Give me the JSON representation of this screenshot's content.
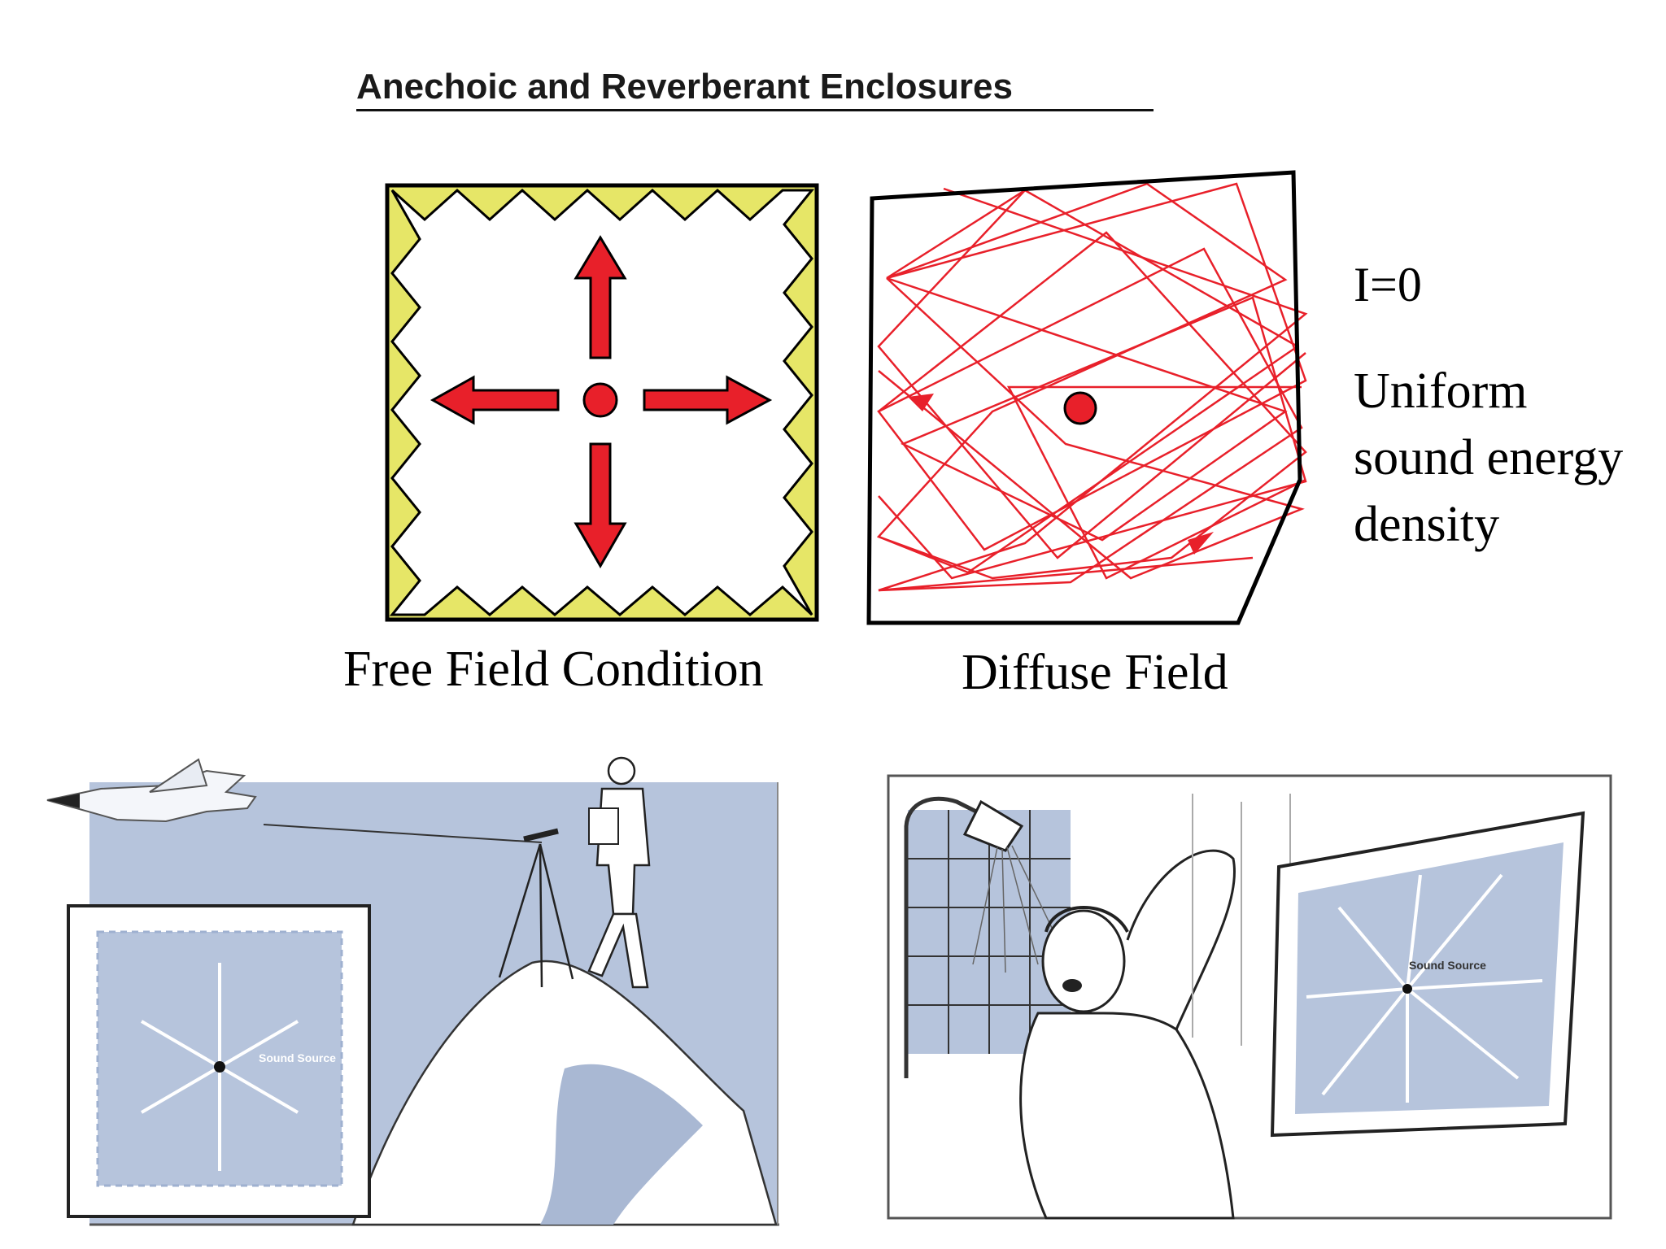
{
  "heading": "Anechoic and Reverberant Enclosures",
  "free_field": {
    "caption": "Free Field Condition",
    "wedge_color": "#e6e667",
    "arrow_color": "#e8202a"
  },
  "diffuse_field": {
    "caption": "Diffuse Field",
    "ray_color": "#e8202a"
  },
  "right_notes": {
    "intensity": "I=0",
    "description": "Uniform sound energy density"
  },
  "photo_free": {
    "inset_label": "Sound Source"
  },
  "photo_diffuse": {
    "inset_label": "Sound Source"
  },
  "colors": {
    "photo_tint": "#b6c4dc",
    "photo_deep": "#9fb1d0"
  }
}
